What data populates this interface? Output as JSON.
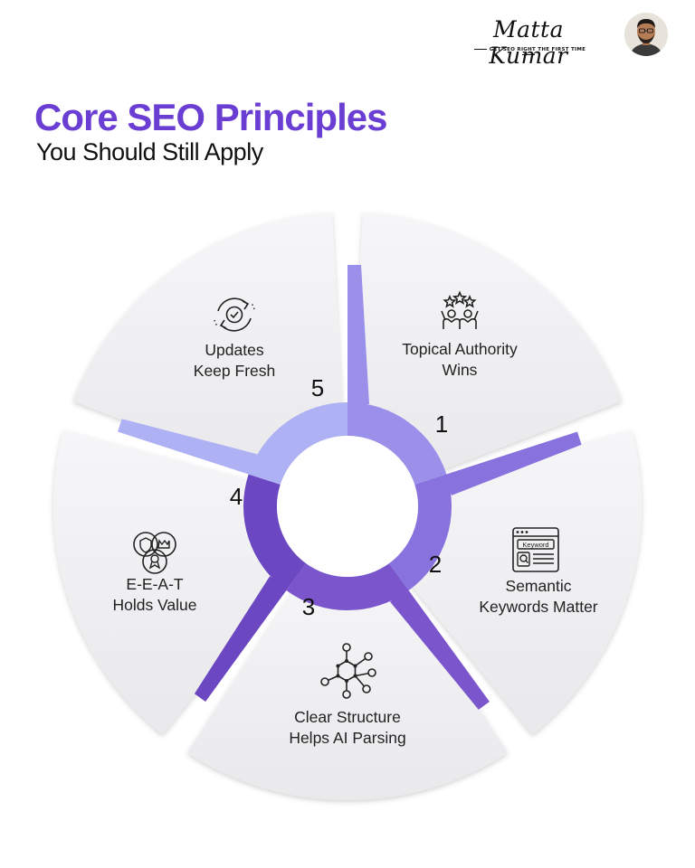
{
  "brand": {
    "name": "Matta Kumar",
    "tagline": "GET SEO RIGHT THE FIRST TIME"
  },
  "title": "Core SEO Principles",
  "subtitle": "You Should Still Apply",
  "colors": {
    "title": "#6a3ed3",
    "segment_background": "#f1f1f3",
    "center": "#ffffff"
  },
  "segments": [
    {
      "number": "1",
      "lines": [
        "Topical Authority",
        "Wins"
      ],
      "icon": "people-stars-icon",
      "color": "#9a90ea"
    },
    {
      "number": "2",
      "lines": [
        "Semantic",
        "Keywords Matter"
      ],
      "icon": "keyword-browser-icon",
      "keyword_text": "Keyword",
      "color": "#8872de"
    },
    {
      "number": "3",
      "lines": [
        "Clear Structure",
        "Helps AI Parsing"
      ],
      "icon": "network-hexagon-icon",
      "color": "#7a55cc"
    },
    {
      "number": "4",
      "lines": [
        "E-E-A-T",
        "Holds Value"
      ],
      "icon": "shield-award-icon",
      "color": "#6b47c2"
    },
    {
      "number": "5",
      "lines": [
        "Updates",
        "Keep Fresh"
      ],
      "icon": "refresh-check-icon",
      "color": "#aeb1f3"
    }
  ]
}
